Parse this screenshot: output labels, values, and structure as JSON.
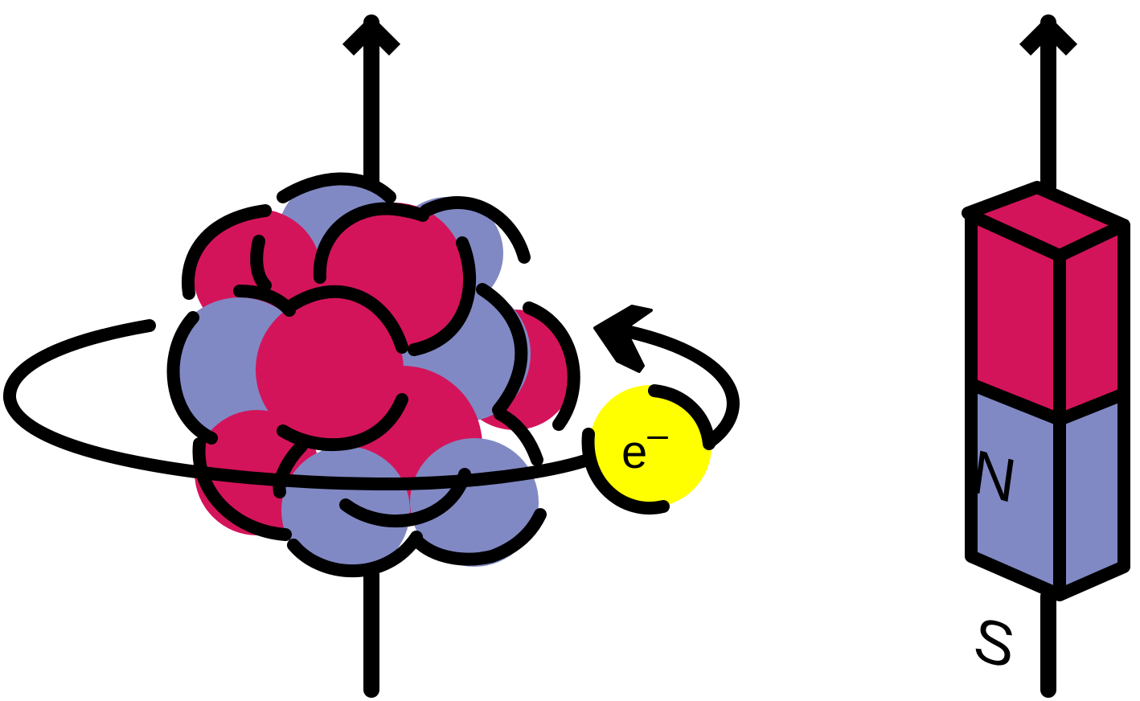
{
  "diagram": {
    "electron_label": {
      "base": "e",
      "superscript": "–"
    },
    "magnet_labels": {
      "north": "N",
      "south": "S"
    },
    "colors": {
      "proton": "#D4145A",
      "neutron": "#8089C4",
      "electron": "#FFFF00",
      "magnet_north": "#D4145A",
      "magnet_south": "#8089C4",
      "outline": "#000000",
      "background": "#FFFFFF"
    }
  }
}
